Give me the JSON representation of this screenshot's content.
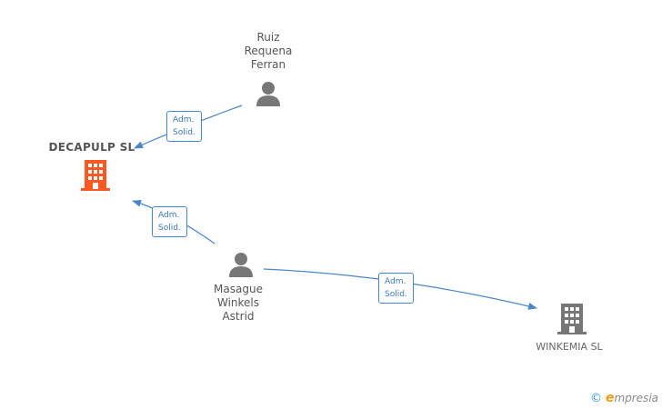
{
  "nodes": {
    "decapulp": {
      "label": "DECAPULP SL",
      "type": "company",
      "color": "#ff5722"
    },
    "winkemia": {
      "label": "WINKEMIA SL",
      "type": "company",
      "color": "#777777"
    },
    "ruiz": {
      "label_lines": [
        "Ruiz",
        "Requena",
        "Ferran"
      ],
      "type": "person",
      "color": "#777777"
    },
    "masague": {
      "label_lines": [
        "Masague",
        "Winkels",
        "Astrid"
      ],
      "type": "person",
      "color": "#777777"
    }
  },
  "edges": [
    {
      "from": "ruiz",
      "to": "decapulp",
      "label_lines": [
        "Adm.",
        "Solid."
      ]
    },
    {
      "from": "masague",
      "to": "decapulp",
      "label_lines": [
        "Adm.",
        "Solid."
      ]
    },
    {
      "from": "masague",
      "to": "winkemia",
      "label_lines": [
        "Adm.",
        "Solid."
      ]
    }
  ],
  "colors": {
    "edge": "#4a86c8",
    "person_icon": "#777777",
    "company_main": "#ff5722",
    "company_other": "#777777"
  },
  "footer": {
    "copyright_symbol": "©",
    "brand_first_letter": "e",
    "brand_rest": "mpresia"
  }
}
